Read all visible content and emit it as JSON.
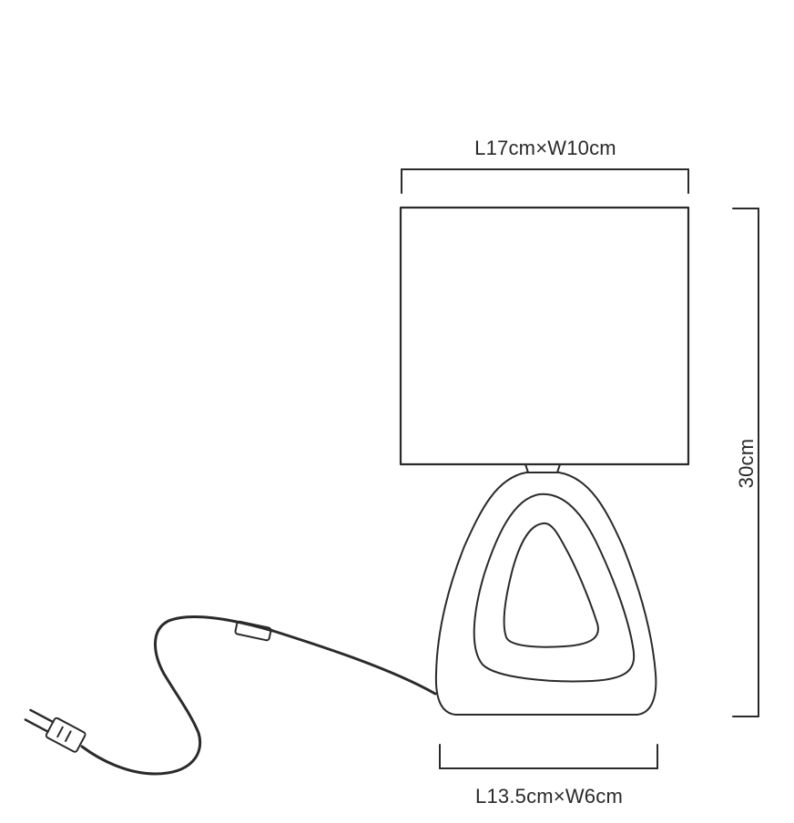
{
  "dimensions": {
    "shade": "L17cm×W10cm",
    "base": "L13.5cm×W6cm",
    "height": "30cm"
  },
  "colors": {
    "line": "#2a2a2a",
    "background": "#ffffff"
  }
}
